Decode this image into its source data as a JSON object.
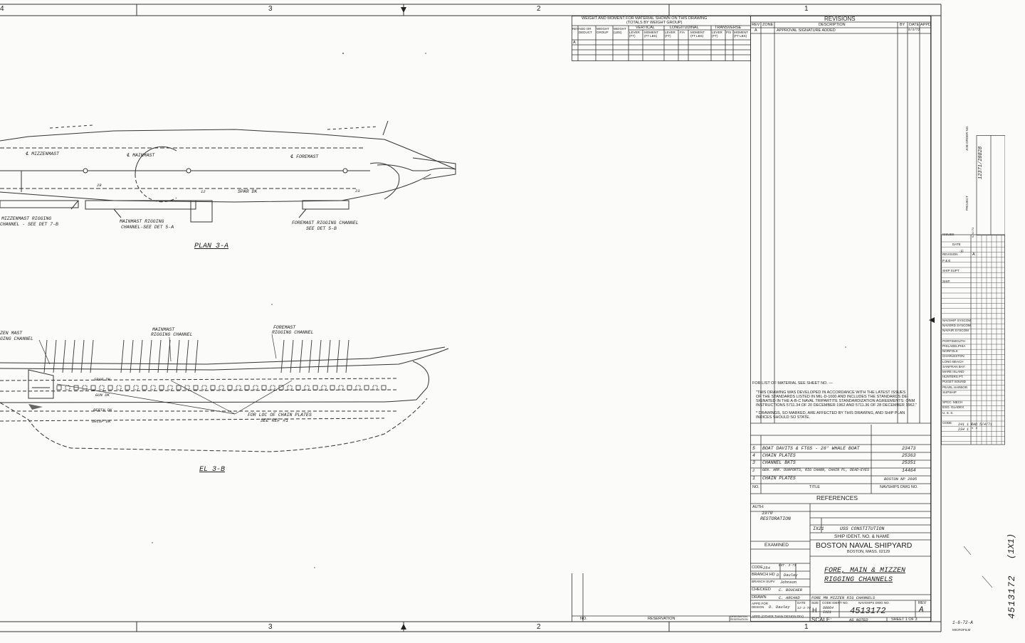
{
  "border": {
    "zones_top": [
      "4",
      "3",
      "2",
      "1"
    ],
    "zones_bottom": [
      "3",
      "2",
      "1"
    ]
  },
  "views": {
    "plan_title": "PLAN 3-A",
    "elev_title": "EL 3-B",
    "plan_labels": {
      "mizzenmast": "℄ MIZZENMAST",
      "mainmast": "℄ MAINMAST",
      "foremast": "℄ FOREMAST",
      "spar_dk": "SPAR DK",
      "dim_29": "29",
      "dim_12": "12",
      "dim_23": "23",
      "mizzen_channel_1": "MIZZENMAST RIGGING",
      "mizzen_channel_2": "CHANNEL - SEE DET 7-B",
      "main_channel_1": "MAINMAST RIGGING",
      "main_channel_2": "CHANNEL-SEE DET 5-A",
      "fore_channel_1": "FOREMAST RIGGING CHANNEL",
      "fore_channel_2": "SEE DET 5-B"
    },
    "elev_labels": {
      "mizzen_1": "ZEN MAST",
      "mizzen_2": "GING CHANNEL",
      "main_1": "MAINMAST",
      "main_2": "RIGGING CHANNEL",
      "fore_1": "FOREMAST",
      "fore_2": "RIGGING CHANNEL",
      "spar_dk": "SPAR DK",
      "gun_dk": "GUN DK",
      "berth_dk": "BERTH DK",
      "orlop_dk": "ORLOP DK",
      "chain_note_1": "FOR LOC OF CHAIN PLATES",
      "chain_note_2": "SEE REF #1"
    }
  },
  "weight_table": {
    "title_1": "WEIGHT AND MOMENT FOR MATERIAL SHOWN ON THIS DRAWING",
    "title_2": "(TOTALS BY WEIGHT GROUP)",
    "rev": "REV",
    "add_deduct": "ADD OR DEDUCT",
    "weight_group": "WEIGHT GROUP",
    "weight": "WEIGHT (LBS)",
    "vertical": "VERTICAL",
    "longitudinal": "LONGITUDINAL",
    "transverse": "TRANSVERSE",
    "lever": "LEVER (FT)",
    "moment": "MOMENT (FT LBS)",
    "fa": "F/A",
    "ps": "P/S",
    "row_a": "A"
  },
  "revisions": {
    "title": "REVISIONS",
    "rev": "REV",
    "zone": "ZONE",
    "description": "DESCRIPTION",
    "by": "BY",
    "date": "DATE",
    "appd": "APPD",
    "row_rev": "A",
    "row_desc": "APPROVAL SIGNATURE ADDED",
    "row_date": "5/4/71"
  },
  "notes": {
    "list_of_material": "FOR LIST OF MATERIAL SEE SHEET NO. —",
    "note_1": "\"THIS DRAWING WAS DEVELOPED IN ACCORDANCE WITH THE LATEST ISSUES",
    "note_2": "OF THE STANDARDS LISTED IN MIL-D-1000 AND INCLUDES THE STANDARDS DE-",
    "note_3": "SIGNATED IN THE A-B-C NAVAL TRIPARTITE STANDARDIZATION AGREEMENTS: ONM",
    "note_4": "INSTRUCTIONS 5711.34 OF 20 DECEMBER 1962 AND 5711.36 OF 28 DECEMBER 1962.\"",
    "note_5": "*   DRAWINGS, SO MARKED, ARE AFFECTED BY THIS DRAWING, AND SHIP PLAN",
    "note_6": "INDICES SHOULD SO STATE."
  },
  "references": {
    "rows": [
      {
        "no": "5",
        "title": "BOAT DAVITS & FTGS - 28' WHALE BOAT",
        "dwg": "23473"
      },
      {
        "no": "4",
        "title": "CHAIN PLATES",
        "dwg": "25363"
      },
      {
        "no": "3",
        "title": "CHANNEL BKTS",
        "dwg": "25351"
      },
      {
        "no": "2",
        "title": "GEN. ARR. OUNPORTS, RIG CHANN, CHAIN PL, DEAD-EYES",
        "dwg": "14464"
      },
      {
        "no": "1",
        "title": "CHAIN PLATES",
        "dwg": "BOSTON NP 2605"
      }
    ],
    "no_header": "NO.",
    "title_header": "TITLE",
    "dwg_header": "NAVSHIPS DWG NO.",
    "heading": "REFERENCES"
  },
  "title_block": {
    "auth": "AUTH:",
    "auth_value_1": "1970",
    "auth_value_2": "RESTORATION",
    "ship_code": "IX21",
    "ship_name": "USS CONSTITUTION",
    "ship_ident_caption": "SHIP IDENT. NO. & NAME",
    "examined": "EXAMINED",
    "org_name": "BOSTON NAVAL SHIPYARD",
    "org_city": "BOSTON, MASS. 02129",
    "title_1": "FORE, MAIN & MIZZEN",
    "title_2": "RIGGING CHANNELS",
    "code_label": "CODE",
    "code_value": "254",
    "est_label": "EST. 3-71",
    "branch_hd": "BRANCH HD",
    "branch_hd_sig": "D. Dauley",
    "branch_supv": "BRANCH SUPV",
    "branch_supv_sig": "Johnson",
    "checked": "CHECKED",
    "checked_sig": "C. BOUCHER",
    "drawn": "DRAWN",
    "drawn_sig": "C. ARCAND",
    "title_code": "FORE MN MIZZEN RIG CHANNELS",
    "appd_for_design": "APPD FOR DESIGN",
    "appd_sig": "D. Dauley",
    "appd_other": "APPD (OTHER THAN DESIGN DIV)",
    "date_label": "DATE",
    "date_value": "12-3-70",
    "size_label": "SIZE",
    "size_value": "H",
    "code_ident_label": "CODE IDENT NO.",
    "code_ident_value": "80064 IX21",
    "dwg_no_label": "NAVSHIPS DWG NO.",
    "dwg_no": "4513172",
    "rev_label": "REV",
    "rev_value": "A",
    "scale_label": "SCALE:",
    "scale_value": "AS NOTED",
    "sheet": "SHEET 1 OF 3",
    "reservation_no": "NO.",
    "reservation": "RESERVATION",
    "reservation_small": "DESIGNATION  RESERVATION"
  },
  "distribution": {
    "job_order_label": "JOB ORDER NO.",
    "job_order_value": "12371/28828",
    "project_label": "PROJECT",
    "issues": "ISSUES",
    "date": "DATE",
    "date_value": "5/4/71",
    "revision": "REVISION",
    "revision_value": "A",
    "pe": "P & E",
    "ship_supt": "SHIP SUPT",
    "ship": "SHIP",
    "orgs": [
      "NAVSHIP SYSCOM",
      "NAVORD SYSCOM",
      "NAVAIR SYSCOM",
      "",
      "PORTSMOUTH",
      "PHILADELPHIA",
      "NORFOLK",
      "CHARLESTON",
      "LONG BEACH",
      "SANFRAN BAY:",
      "MARE ISLAND",
      "HUNTERS PT.",
      "PUGET SOUND",
      "PEARL HARBOR",
      "SUPSHIP",
      "",
      "SPCC. MECH",
      "ESO. GLADEX",
      "U. S. S.",
      "",
      "CODE"
    ],
    "code_rows": [
      "241  1  RAD 5/4/71",
      "234  1  \"  \""
    ],
    "rev_a": "A",
    "rev_b": "Ⓐ"
  },
  "margin": {
    "vertical_number": "4513172",
    "vertical_suffix": "(1X1)",
    "stamp_date": "1-6-72-A",
    "stamp_text": "MICROFILM"
  }
}
